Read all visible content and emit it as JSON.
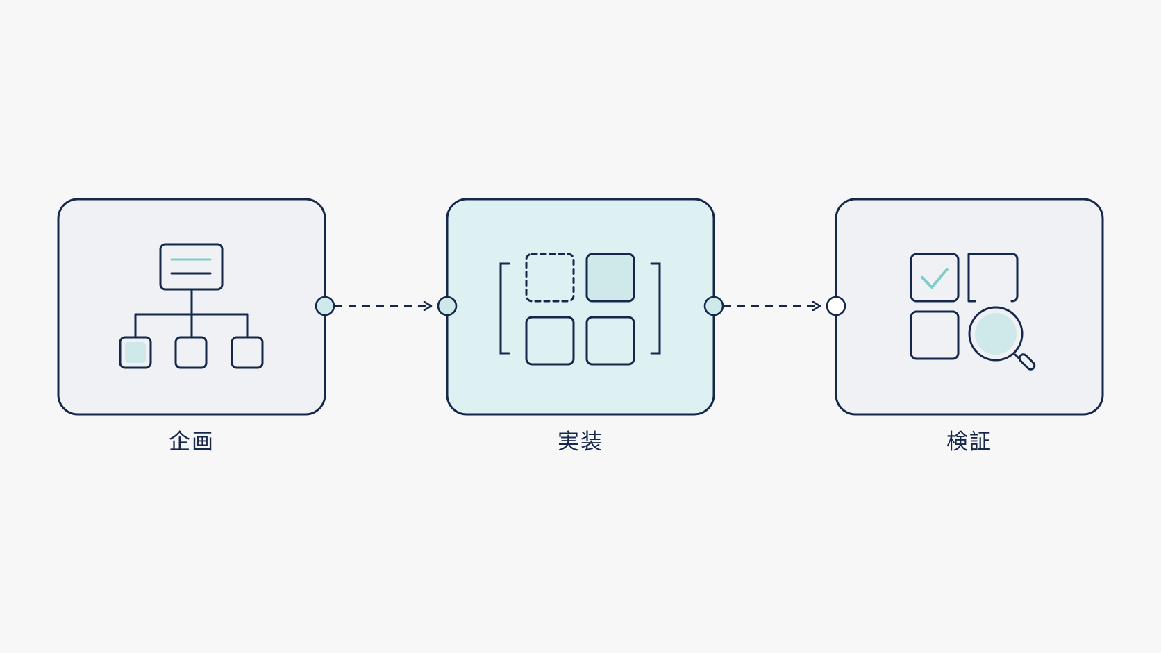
{
  "colors": {
    "background": "#f7f7f8",
    "stroke": "#15274a",
    "node_fill": "#f0f1f4",
    "active_node_fill": "#ddf0f2",
    "accent": "#7ecdc8",
    "accent_fill": "#cfe9eb"
  },
  "steps": [
    {
      "label": "企画",
      "icon": "org-chart-icon",
      "highlighted": false
    },
    {
      "label": "実装",
      "icon": "module-grid-icon",
      "highlighted": true
    },
    {
      "label": "検証",
      "icon": "check-search-icon",
      "highlighted": false
    }
  ],
  "connectors": [
    {
      "from": "企画",
      "to": "実装",
      "style": "dashed-arrow"
    },
    {
      "from": "実装",
      "to": "検証",
      "style": "dashed-arrow"
    }
  ]
}
